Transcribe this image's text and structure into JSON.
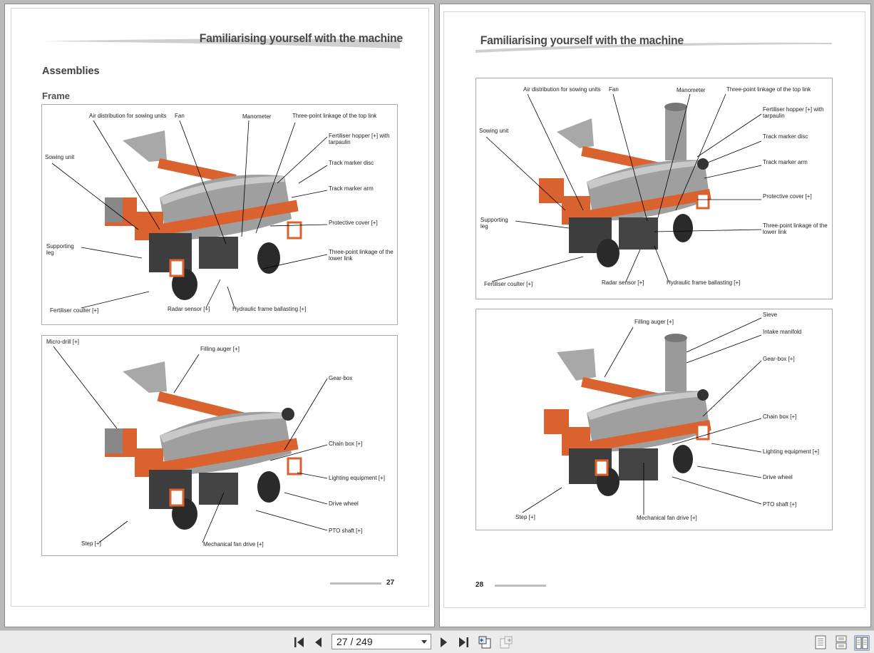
{
  "left_page": {
    "header_title": "Familiarising yourself with the machine",
    "section_title": "Assemblies",
    "subsection_title": "Frame",
    "page_number": "27",
    "figure1_labels": [
      "Air distribution for sowing units",
      "Fan",
      "Manometer",
      "Three-point linkage of the top link",
      "Fertiliser hopper [+] with tarpaulin",
      "Sowing unit",
      "Track marker disc",
      "Track marker arm",
      "Protective cover [+]",
      "Supporting leg",
      "Three-point linkage of the lower link",
      "Fertiliser coulter [+]",
      "Radar sensor [+]",
      "Hydraulic frame ballasting [+]"
    ],
    "figure2_labels": [
      "Micro-drill [+]",
      "Filling auger [+]",
      "Gear-box",
      "Chain box [+]",
      "Lighting equipment [+]",
      "Drive wheel",
      "PTO shaft [+]",
      "Step [+]",
      "Mechanical fan drive [+]"
    ]
  },
  "right_page": {
    "header_title": "Familiarising yourself with the machine",
    "page_number": "28",
    "figure1_labels": [
      "Air distribution for sowing units",
      "Fan",
      "Manometer",
      "Three-point linkage of the top link",
      "Fertiliser hopper [+] with tarpaulin",
      "Sowing unit",
      "Track marker disc",
      "Track marker arm",
      "Protective cover [+]",
      "Supporting leg",
      "Three-point linkage of the lower link",
      "Fertiliser coulter [+]",
      "Radar sensor [+]",
      "Hydraulic frame ballasting [+]"
    ],
    "figure2_labels": [
      "Sieve",
      "Filling auger [+]",
      "Intake manifold",
      "Gear-box [+]",
      "Chain box [+]",
      "Lighting equipment [+]",
      "Drive wheel",
      "PTO shaft [+]",
      "Step [+]",
      "Mechanical fan drive [+]"
    ]
  },
  "toolbar": {
    "page_indicator": "27 / 249",
    "buttons": [
      "first-page-icon",
      "previous-page-icon",
      "next-page-icon",
      "last-page-icon",
      "back-view-icon",
      "forward-view-icon",
      "single-page-view-icon",
      "continuous-view-icon",
      "two-page-view-icon"
    ]
  },
  "colors": {
    "machine_orange": "#d9622e",
    "hopper_grey": "#a8a8a8",
    "tire_dark": "#2a2a2a",
    "background": "#b9b9b9"
  }
}
